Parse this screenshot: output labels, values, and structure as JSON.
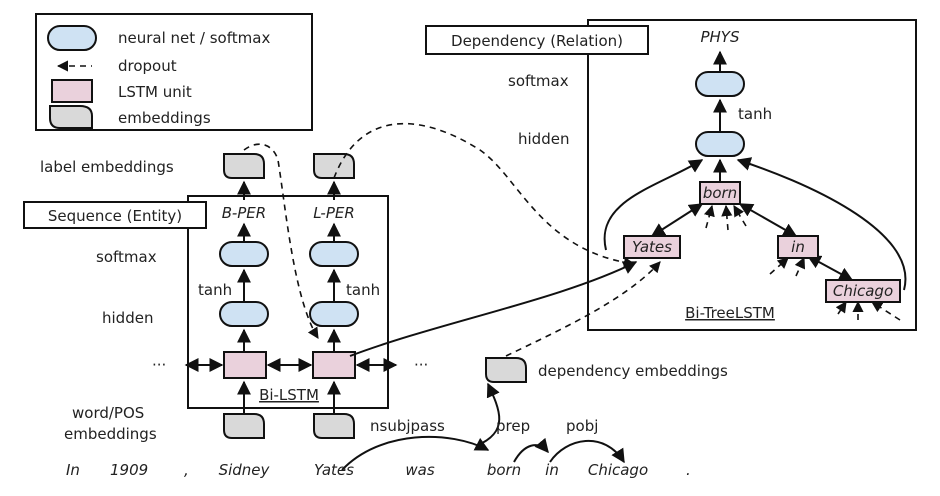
{
  "legend": {
    "items": [
      {
        "label": "neural net / softmax"
      },
      {
        "label": "dropout"
      },
      {
        "label": "LSTM unit"
      },
      {
        "label": "embeddings"
      }
    ]
  },
  "dependency_box": {
    "title": "Dependency (Relation)",
    "output": "PHYS",
    "softmax": "softmax",
    "hidden": "hidden",
    "tanh": "tanh",
    "nodes": [
      "born",
      "Yates",
      "in",
      "Chicago"
    ],
    "layer_name": "Bi-TreeLSTM"
  },
  "sequence_box": {
    "title": "Sequence (Entity)",
    "label_embeddings": "label embeddings",
    "softmax": "softmax",
    "hidden": "hidden",
    "tanh": "tanh",
    "outputs": [
      "B-PER",
      "L-PER"
    ],
    "layer_name": "Bi-LSTM",
    "ellipsis": "···",
    "word_pos": "word/POS",
    "embeddings": "embeddings"
  },
  "dependency_embeddings": "dependency embeddings",
  "arcs": [
    "nsubjpass",
    "prep",
    "pobj"
  ],
  "sentence": [
    "In",
    "1909",
    ",",
    "Sidney",
    "Yates",
    "was",
    "born",
    "in",
    "Chicago",
    "."
  ]
}
